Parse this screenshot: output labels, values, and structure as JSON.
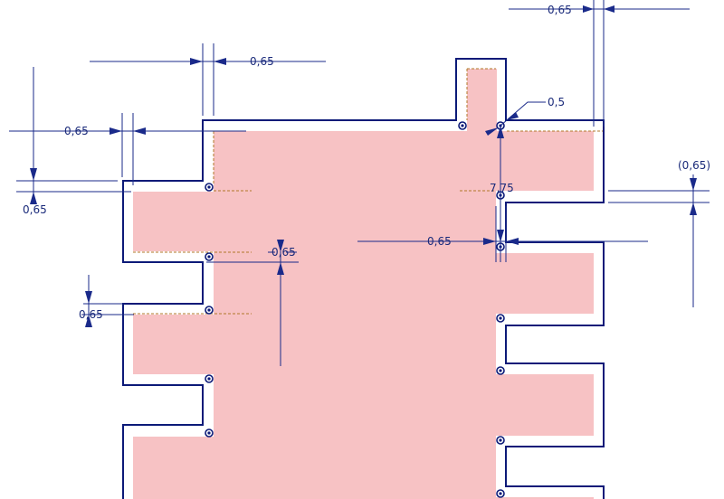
{
  "dimensions": {
    "top_right": "0,65",
    "top_left": "0,65",
    "left_offset": "0,65",
    "left_vertical": "0,65",
    "radius": "0,5",
    "reference": "(0,65)",
    "center_height": "7,75",
    "middle_horizontal": "0,65",
    "inner_vertical": "0,65",
    "left_lower": "0,65"
  },
  "colors": {
    "outline": "#0c1a78",
    "fill": "#f7c2c4",
    "dimension": "#1a2a8a",
    "hidden_edge": "#b0782a"
  }
}
